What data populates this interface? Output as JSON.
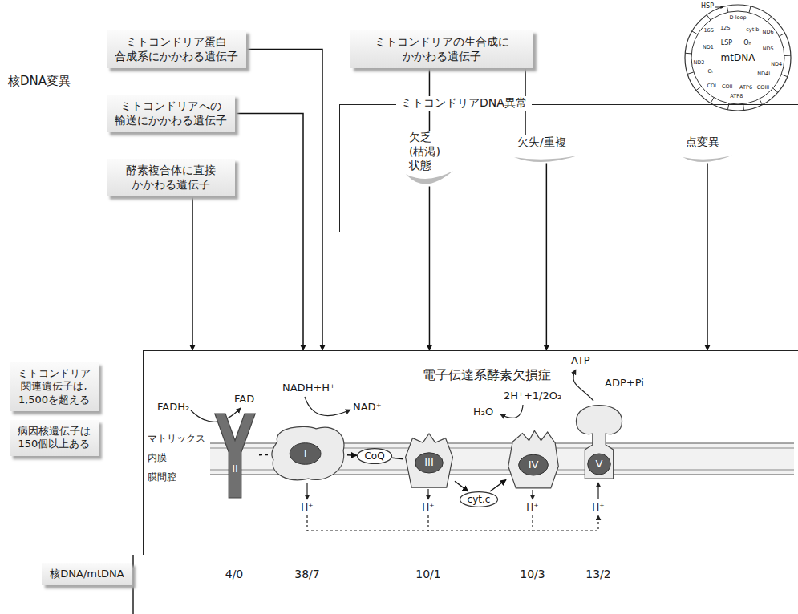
{
  "diagram": {
    "nodes": [
      {
        "text": [
          "ミトコンドリア蛋白 合成系にかかわる遺伝子"
        ]
      },
      {
        "text": [
          "ミトコンドリアへの 輸送にかかわる遺伝子"
        ]
      },
      {
        "text": [
          "酵素複合体に直接 かかわる遺伝子"
        ]
      },
      {
        "text": [
          "ミトコンドリアの生合成に かかわる遺伝子"
        ]
      },
      {
        "text": [
          "ミトコンドリアDNA異常"
        ]
      },
      {
        "text": [
          "欠乏(枯渇) 状態"
        ],
        "in": 4
      },
      {
        "text": [
          "欠失/重複"
        ],
        "in": 4
      },
      {
        "text": [
          "点変異"
        ],
        "in": 4
      },
      {
        "text": [
          "ミトコンドリア 関連遺伝子は, 1,500を超える"
        ]
      },
      {
        "text": [
          "病因核遺伝子は 150個以上ある"
        ]
      },
      {
        "text": [
          "電子伝達系酵素欠損症"
        ]
      },
      {
        "text": [
          "II"
        ],
        "in": 10
      },
      {
        "text": [
          "I"
        ],
        "in": 10
      },
      {
        "text": [
          "CoQ"
        ],
        "in": 10
      },
      {
        "text": [
          "III"
        ],
        "in": 10
      },
      {
        "text": [
          "cyt.c"
        ],
        "in": 10
      },
      {
        "text": [
          "IV"
        ],
        "in": 10
      },
      {
        "text": [
          "V"
        ],
        "in": 10
      },
      {
        "text": [
          "核DNA/mtDNA"
        ]
      }
    ],
    "edges": [
      {
        "from": 0,
        "to": 10,
        "arrow": "to"
      },
      {
        "from": 1,
        "to": 10,
        "arrow": "to"
      },
      {
        "from": 2,
        "to": 10,
        "arrow": "to"
      },
      {
        "from": 3,
        "to": 5,
        "arrow": "none"
      },
      {
        "from": 3,
        "to": 6,
        "arrow": "none"
      },
      {
        "from": 5,
        "to": 10,
        "arrow": "to"
      },
      {
        "from": 6,
        "to": 10,
        "arrow": "to"
      },
      {
        "from": 7,
        "to": 10,
        "arrow": "to"
      },
      {
        "from": 11,
        "to": 12,
        "arrow": "none"
      },
      {
        "from": 12,
        "to": 13,
        "arrow": "to"
      },
      {
        "from": 13,
        "to": 14,
        "arrow": "none"
      },
      {
        "from": 14,
        "to": 15,
        "arrow": "to"
      },
      {
        "from": 15,
        "to": 16,
        "arrow": "to"
      }
    ],
    "labels": [
      "核DNA変異",
      "mtDNA",
      "HSP",
      "LSP",
      "Oₕ",
      "D-loop",
      "cyt b",
      "ND6",
      "ND5",
      "ND4",
      "ND4L",
      "COIII",
      "ATP6",
      "ATP8",
      "COII",
      "COI",
      "Oₗ",
      "ND2",
      "ND1",
      "16S",
      "12S",
      "FADH₂",
      "FAD",
      "NADH+H⁺",
      "NAD⁺",
      "マトリックス",
      "内膜",
      "膜間腔",
      "2H⁺+1/2O₂",
      "H₂O",
      "ADP+Pi",
      "ATP",
      "H⁺",
      "H⁺",
      "H⁺",
      "H⁺",
      "4/0",
      "38/7",
      "10/1",
      "10/3",
      "13/2"
    ]
  }
}
